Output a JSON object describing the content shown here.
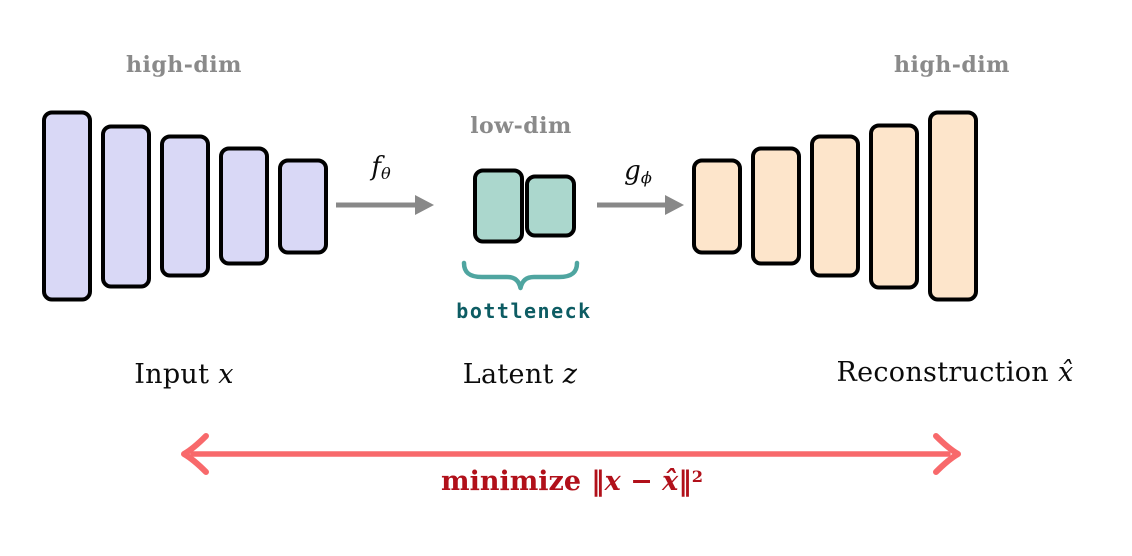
{
  "diagram": {
    "input": {
      "dim_label": "high-dim",
      "caption": {
        "text": "Input",
        "math": "x"
      },
      "bar_heights": [
        191,
        164,
        143,
        119,
        96
      ]
    },
    "latent": {
      "dim_label": "low-dim",
      "caption": {
        "text": "Latent",
        "math": "z"
      },
      "bar_heights": [
        75,
        63
      ],
      "bottleneck_label": "bottleneck"
    },
    "output": {
      "dim_label": "high-dim",
      "caption": {
        "text": "Reconstruction",
        "math": "x̂"
      },
      "bar_heights": [
        96,
        119,
        143,
        166,
        191
      ]
    },
    "encoder_arrow": {
      "symbol": "f",
      "subscript": "θ"
    },
    "decoder_arrow": {
      "symbol": "g",
      "subscript": "ϕ"
    },
    "loss": {
      "text": "minimize",
      "math": "‖x − x̂‖",
      "superscript": "2"
    }
  },
  "colors": {
    "input_fill": "#d9d8f6",
    "latent_fill": "#abd7cd",
    "output_fill": "#fde5cb",
    "outline": "#000000",
    "arrow_gray": "#888888",
    "dim_label": "#8a8a8a",
    "brace": "#4fa5a0",
    "bottleneck_text": "#0d5c63",
    "loss_arrow": "#f8696b",
    "loss_text": "#b1101a"
  }
}
